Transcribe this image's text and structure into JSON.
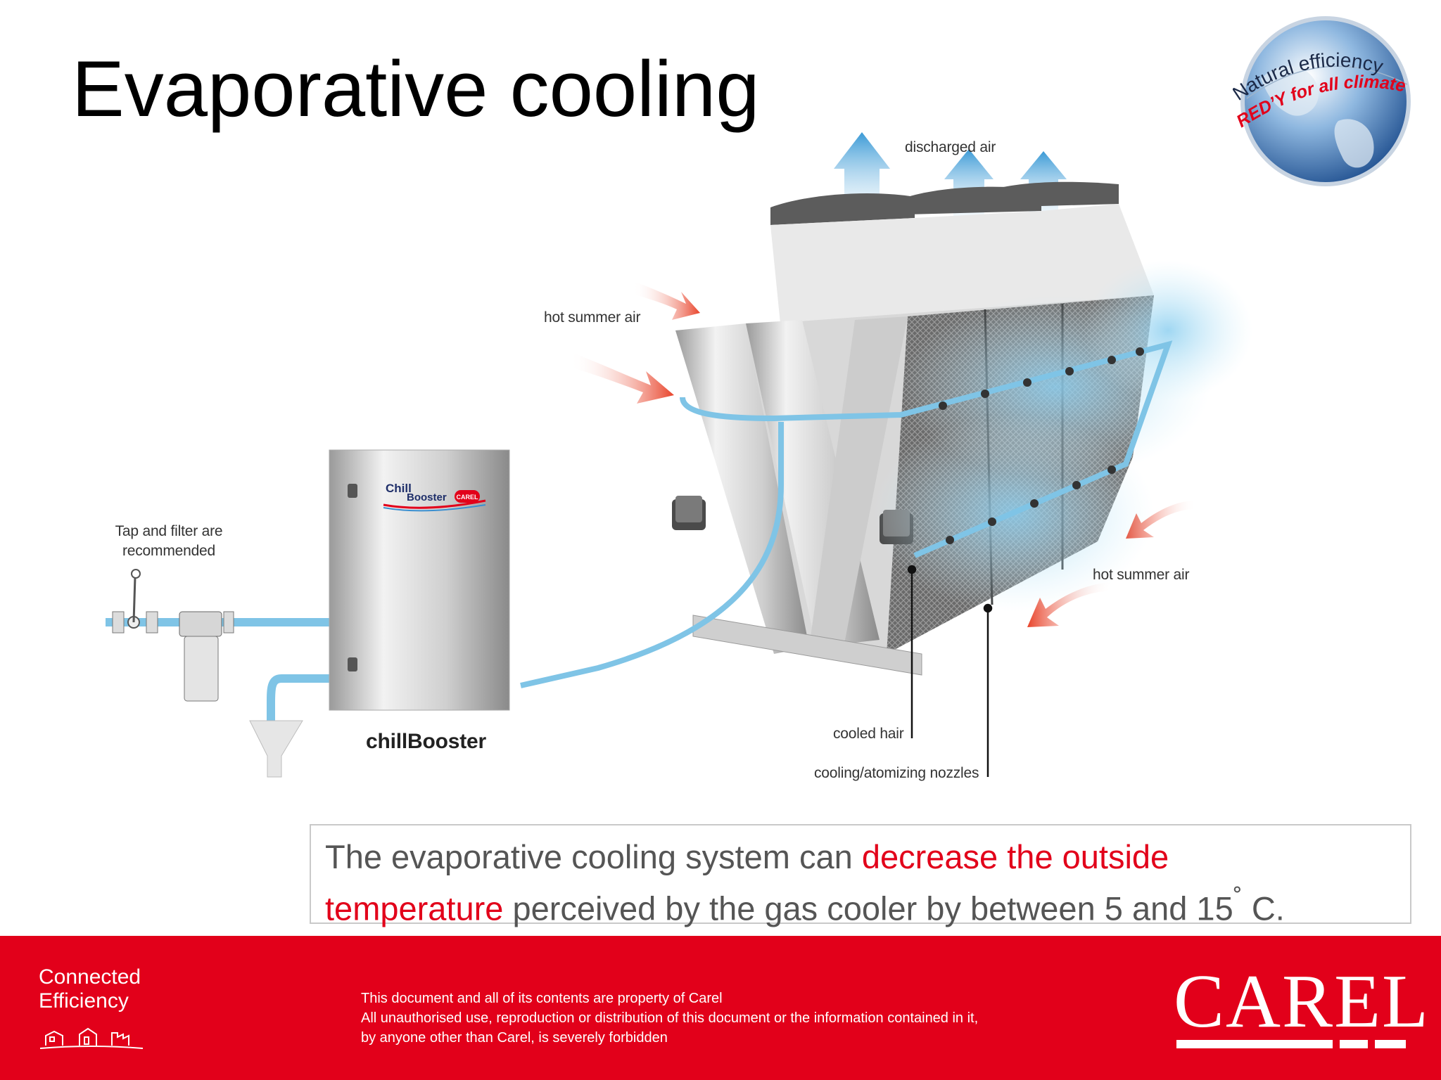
{
  "title": "Evaporative cooling",
  "badge": {
    "line1": "Natural efficiency",
    "line2": "RED’Y for all climates"
  },
  "diagram": {
    "labels": {
      "discharged_air": "discharged air",
      "hot_summer_air_top": "hot summer air",
      "hot_summer_air_right": "hot summer air",
      "tap_filter": "Tap and filter are recommended",
      "chillbooster_caption": "chillBooster",
      "cooled_hair": "cooled hair",
      "nozzles": "cooling/atomizing nozzles"
    },
    "unit_brand": {
      "line1": "Chill",
      "line2": "Booster",
      "badge": "CAREL"
    }
  },
  "callout": {
    "part1": "The evaporative cooling system can ",
    "highlight1": "decrease the outside",
    "highlight2": "temperature",
    "part2": " perceived by the gas cooler by between 5 and 15",
    "degree": "˚",
    "part3": "  C."
  },
  "footer": {
    "connected": "Connected",
    "efficiency": "Efficiency",
    "legal_line1": "This document and all of its contents are property of Carel",
    "legal_line2": "All unauthorised use, reproduction or distribution of this document or the information contained in it,",
    "legal_line3": "by anyone other than Carel, is severely forbidden",
    "logo": "CAREL"
  },
  "colors": {
    "brand_red": "#e2001a",
    "pipe_blue": "#7fc4e6",
    "air_blue": "#5bb0de",
    "hot_air_red": "#e8432a"
  }
}
